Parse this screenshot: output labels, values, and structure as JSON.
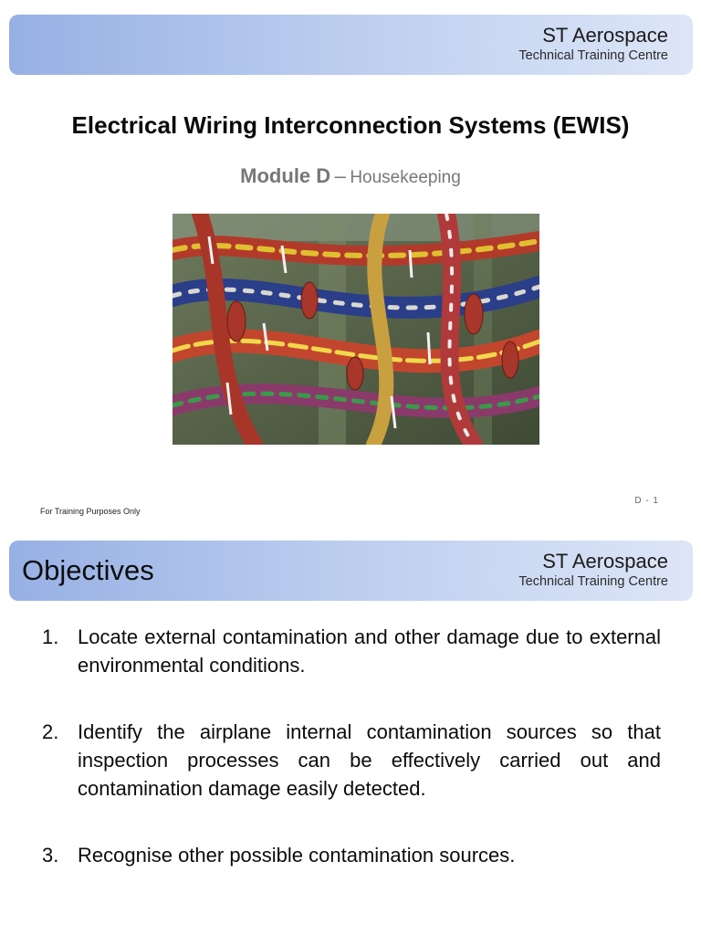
{
  "slide1": {
    "brand_name": "ST Aerospace",
    "brand_sub": "Technical Training Centre",
    "title": "Electrical Wiring Interconnection Systems (EWIS)",
    "module": "Module D",
    "dash": "–",
    "topic": "Housekeeping",
    "footer_left": "For Training Purposes Only",
    "page_number": "D - 1"
  },
  "slide2": {
    "heading": "Objectives",
    "brand_name": "ST Aerospace",
    "brand_sub": "Technical Training Centre",
    "objectives": [
      {
        "num": "1.",
        "text": "Locate external contamination and other damage due to external environmental conditions."
      },
      {
        "num": "2.",
        "text": "Identify the airplane internal contamination sources so that inspection processes can be effectively carried out and contamination damage easily detected."
      },
      {
        "num": "3.",
        "text": "Recognise other possible contamination sources."
      }
    ]
  },
  "colors": {
    "banner_start": "#97b0e4",
    "banner_end": "#dde6f7",
    "subtitle_gray": "#777777"
  }
}
